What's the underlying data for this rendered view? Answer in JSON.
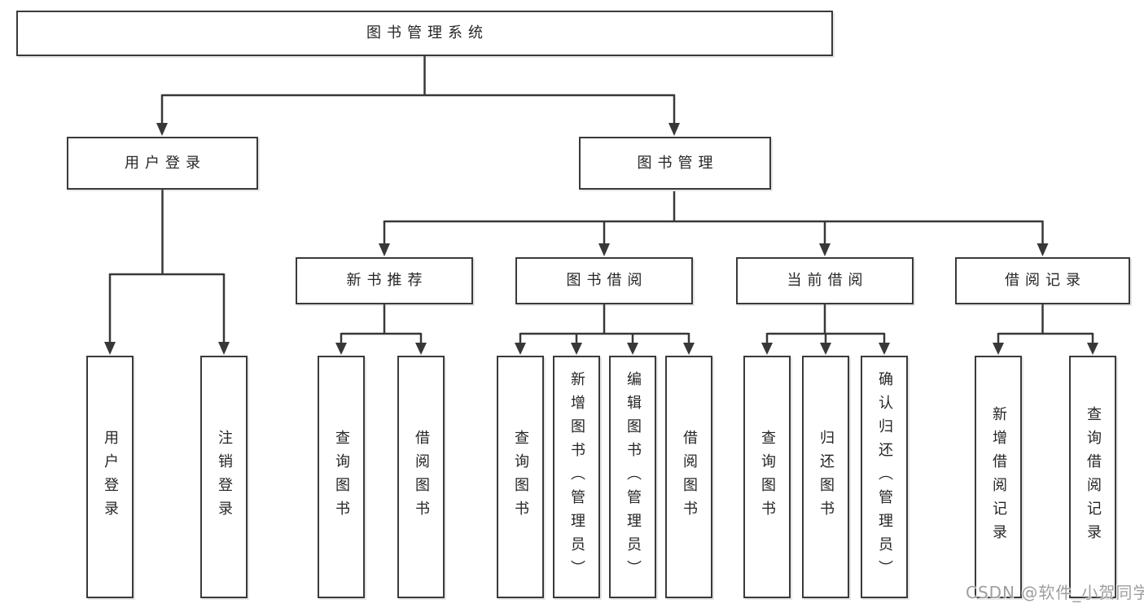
{
  "diagram": {
    "root": {
      "label": "图书管理系统"
    },
    "branches": [
      {
        "label": "用户登录"
      },
      {
        "label": "图书管理"
      }
    ],
    "modules": [
      {
        "label": "新书推荐",
        "parent": "图书管理"
      },
      {
        "label": "图书借阅",
        "parent": "图书管理"
      },
      {
        "label": "当前借阅",
        "parent": "图书管理"
      },
      {
        "label": "借阅记录",
        "parent": "图书管理"
      }
    ],
    "functions": [
      {
        "label": "用户登录",
        "parent": "用户登录"
      },
      {
        "label": "注销登录",
        "parent": "用户登录"
      },
      {
        "label": "查询图书",
        "parent": "新书推荐"
      },
      {
        "label": "借阅图书",
        "parent": "新书推荐"
      },
      {
        "label": "查询图书",
        "parent": "图书借阅"
      },
      {
        "label": "新增图书（管理员）",
        "parent": "图书借阅"
      },
      {
        "label": "编辑图书（管理员）",
        "parent": "图书借阅"
      },
      {
        "label": "借阅图书",
        "parent": "图书借阅"
      },
      {
        "label": "查询图书",
        "parent": "当前借阅"
      },
      {
        "label": "归还图书",
        "parent": "当前借阅"
      },
      {
        "label": "确认归还（管理员）",
        "parent": "当前借阅"
      },
      {
        "label": "新增借阅记录",
        "parent": "借阅记录"
      },
      {
        "label": "查询借阅记录",
        "parent": "借阅记录"
      }
    ],
    "colors": {
      "line": "#383838",
      "box_border": "#3a3a3a",
      "text": "#262626",
      "background": "#ffffff",
      "watermark": "#9e9e9e"
    }
  },
  "watermark": {
    "text": "CSDN @软件_小贺同学"
  }
}
